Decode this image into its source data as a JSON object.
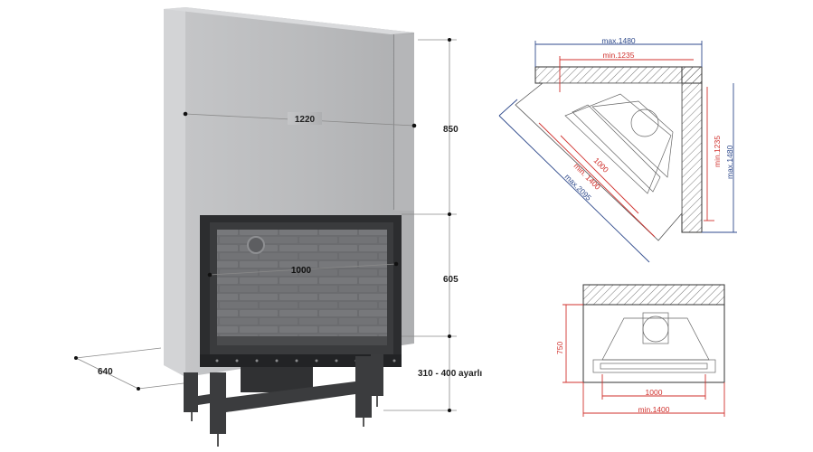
{
  "colors": {
    "red_dim": "#d0312d",
    "blue_dim": "#2f4a8c",
    "cladding": "#bfc0c2",
    "steel": "#3b3c3e",
    "brick": "#6f7073"
  },
  "main_view": {
    "width_label": "1220",
    "height_upper_label": "850",
    "firebox_width_label": "1000",
    "height_lower_label": "605",
    "depth_label": "640",
    "leg_adjust_label": "310 - 400 ayarlı"
  },
  "corner_plan": {
    "max_top": "max.1480",
    "min_top": "min.1235",
    "min_right": "min.1235",
    "max_right": "max.1480",
    "diag_1000": "1000",
    "diag_min": "min. 1400",
    "diag_max": "max.2095"
  },
  "front_plan": {
    "depth_label": "750",
    "width_1000": "1000",
    "width_min": "min.1400"
  }
}
